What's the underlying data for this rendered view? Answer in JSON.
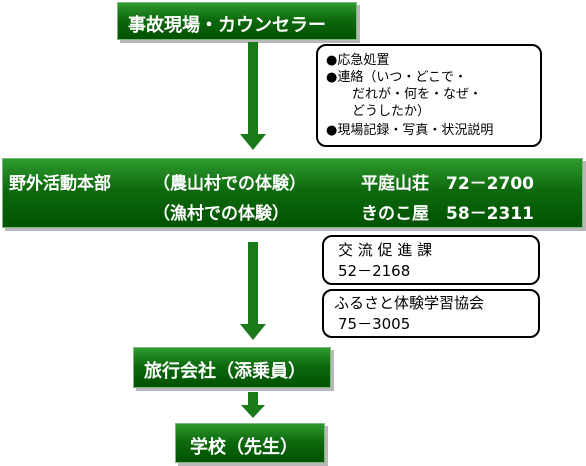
{
  "flow": {
    "step1": "事故現場・カウンセラー",
    "step2": {
      "row1_org": "野外活動本部",
      "row1_experience": "（農山村での体験）",
      "row1_contact": "平庭山荘　72－2700",
      "row2_experience": "（漁村での体験）",
      "row2_contact": "きのこ屋　58－2311"
    },
    "step3": "旅行会社（添乗員）",
    "step4": "学校（先生）"
  },
  "notes": {
    "checklist": {
      "bullet": "●",
      "item1": "応急処置",
      "item2_line1": "連絡（いつ・どこで・",
      "item2_line2": "だれが・何を・なぜ・",
      "item2_line3": "どうしたか）",
      "item3": "現場記録・写真・状況説明"
    },
    "contact1": {
      "name": "交 流 促 進 課",
      "phone": "52－2168"
    },
    "contact2": {
      "name": "ふるさと体験学習協会",
      "phone": "75－3005"
    }
  },
  "colors": {
    "box_green_top": "#2e9a2e",
    "box_green_bottom": "#005200",
    "arrow_green": "#1a7a1a",
    "text_on_box": "#ffffff"
  }
}
